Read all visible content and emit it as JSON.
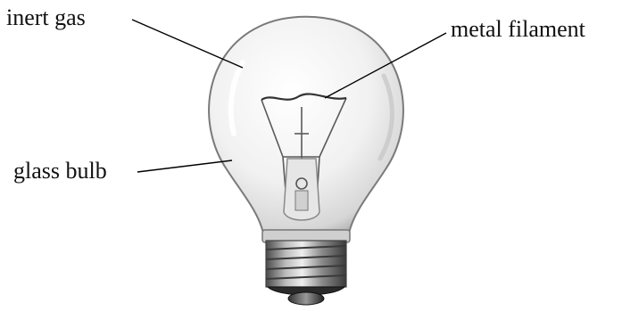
{
  "diagram": {
    "labels": {
      "inert_gas": "inert gas",
      "metal_filament": "metal filament",
      "glass_bulb": "glass bulb"
    }
  }
}
